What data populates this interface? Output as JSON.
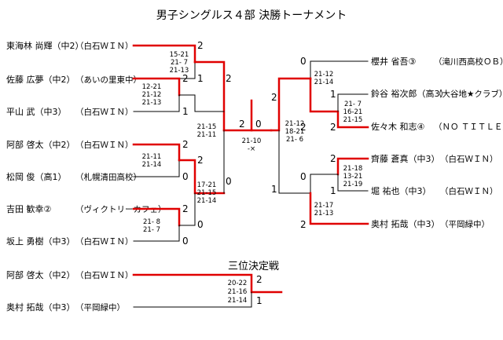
{
  "title": "男子シングルス４部 決勝トーナメント",
  "players": [
    {
      "name": "東海林 尚輝（中2）",
      "club": "（白石ＷＩＮ）"
    },
    {
      "name": "佐藤 広夢（中2）",
      "club": "（あいの里東中）"
    },
    {
      "name": "平山 武（中3）",
      "club": "（白石ＷＩＮ）"
    },
    {
      "name": "阿部 啓太（中2）",
      "club": "（白石ＷＩＮ）"
    },
    {
      "name": "松岡 俊（高1）",
      "club": "（札幌清田高校）"
    },
    {
      "name": "吉田 歓幸②",
      "club": "（ヴィクトリーカフェ）"
    },
    {
      "name": "坂上 勇樹（中3）",
      "club": "（白石ＷＩＮ）"
    },
    {
      "name": "櫻井 省吾③",
      "club": "（滝川西高校ＯＢ）"
    },
    {
      "name": "鈴谷 裕次郎（高3）",
      "club": "（大谷地★クラブ）"
    },
    {
      "name": "佐々木 和志④",
      "club": "（ＮＯ ＴＩＴＬＥ）"
    },
    {
      "name": "齊藤 蒼真（中3）",
      "club": "（白石ＷＩＮ）"
    },
    {
      "name": "堀 祐也（中3）",
      "club": "（白石ＷＩＮ）"
    },
    {
      "name": "奥村 拓哉（中3）",
      "club": "（平岡緑中）"
    }
  ],
  "third_place": {
    "label": "三位決定戦",
    "players": [
      {
        "name": "阿部 啓太（中2）",
        "club": "（白石ＷＩＮ）"
      },
      {
        "name": "奥村 拓哉（中3）",
        "club": "（平岡緑中）"
      }
    ],
    "scores": [
      "20-22",
      "21-16",
      "21-14"
    ],
    "results": [
      "2",
      "1"
    ]
  },
  "matches": [
    {
      "id": "L1",
      "scores": [
        "15-21",
        "21- 7",
        "21-13"
      ],
      "results": [
        "2",
        "1"
      ]
    },
    {
      "id": "L2",
      "scores": [
        "12-21",
        "21-12",
        "21-13"
      ],
      "results": [
        "2",
        "1"
      ]
    },
    {
      "id": "L3",
      "scores": [
        "21-11",
        "21-14"
      ],
      "results": [
        "2",
        "0"
      ]
    },
    {
      "id": "L4",
      "scores": [
        "21- 8",
        "21- 7"
      ],
      "results": [
        "2",
        "0"
      ]
    },
    {
      "id": "LS1",
      "scores": [
        "21-15",
        "21-11"
      ],
      "results": [
        "2",
        "0"
      ]
    },
    {
      "id": "LS2",
      "scores": [
        "17-21",
        "21-15",
        "21-14"
      ],
      "results": [
        "2",
        "0"
      ]
    },
    {
      "id": "R1",
      "scores": [
        "21- 7",
        "16-21",
        "21-15"
      ],
      "results": [
        "1",
        "2"
      ]
    },
    {
      "id": "R2",
      "scores": [
        "21-18",
        "13-21",
        "21-19"
      ],
      "results": [
        "2",
        "1"
      ]
    },
    {
      "id": "RS1",
      "scores": [
        "21-12",
        "21-14"
      ],
      "results": [
        "0",
        "2"
      ]
    },
    {
      "id": "RS2",
      "scores": [
        "21-17",
        "21-13"
      ],
      "results": [
        "0",
        "2"
      ]
    },
    {
      "id": "RF1",
      "scores": [
        "21-12",
        "18-21",
        "21- 6"
      ],
      "results": [
        "2",
        "1"
      ]
    },
    {
      "id": "F",
      "scores": [
        "21-10",
        "-×"
      ],
      "results": [
        "2",
        "0"
      ]
    }
  ]
}
